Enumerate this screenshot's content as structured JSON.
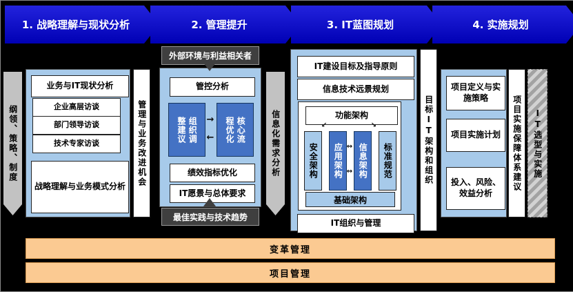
{
  "phases": [
    {
      "label": "1. 战略理解与现状分析"
    },
    {
      "label": "2. 管理提升"
    },
    {
      "label": "3. IT蓝图规划"
    },
    {
      "label": "4. 实施规划"
    }
  ],
  "left_rail": {
    "label": "纲领、策略、制度"
  },
  "phase1": {
    "title": "业务与IT现状分析",
    "interviews": [
      "企业高层访谈",
      "部门领导访谈",
      "技术专家访谈"
    ],
    "analysis": "战略理解与业务模式分析"
  },
  "divider_1": {
    "label": "管理与业务改进机会"
  },
  "phase2": {
    "external": "外部环境与利益相关者",
    "control": "管控分析",
    "org": "组织调整建议",
    "process": "核心流程优化",
    "kpi": "绩效指标优化",
    "vision": "IT愿景与总体要求",
    "best_practice": "最佳实践与技术趋势"
  },
  "divider_2": {
    "label": "信息化需求分析"
  },
  "phase3": {
    "goal": "IT建设目标及指导原则",
    "vision": "信息技术远景规划",
    "function_arch": "功能架构",
    "pillars": [
      "安全架构",
      "应用架构",
      "信息架构",
      "标准规范"
    ],
    "infra": "基础架构",
    "org": "IT组织与管理"
  },
  "divider_3": {
    "label": "目标IT架构和组织"
  },
  "phase4": {
    "items": [
      "项目定义与实施策略",
      "项目实施计划",
      "投入、风险、效益分析"
    ]
  },
  "divider_4": {
    "label": "项目实施保障体系建议"
  },
  "right_rail": {
    "label": "IT选型与实施"
  },
  "footer_bars": [
    "变革管理",
    "项目管理"
  ],
  "icons": {
    "right_arrow": "→",
    "left_arrow": "←",
    "branch_left": "↙",
    "branch_right": "↘",
    "h_arrow": "↔"
  }
}
